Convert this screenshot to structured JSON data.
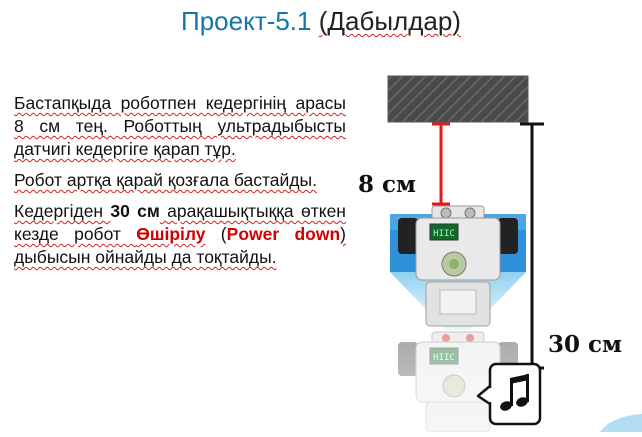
{
  "slide": {
    "title_main": "Проект-5.1",
    "title_sub": "(Дабылдар)"
  },
  "body": {
    "p1": "Бастапқыда роботпен кедергінің арасы 8 см тең. Роботтың ультрадыбысты датчигі кедергіге қарап тұр.",
    "p2": "Робот артқа қарай қозғала бастайды.",
    "p3": {
      "part1": "Кедергіден ",
      "distance": "30 см",
      "part2": " арақашықтыққа өткен кезде робот ",
      "sound_kz": "Өшірілу",
      "part3": " (",
      "sound_en": "Power down",
      "part4": ") дыбысын ойнайды да тоқтайды."
    }
  },
  "diagram": {
    "distance_short": "8 см",
    "distance_long": "30 см",
    "robot_screen_text": "HIIC",
    "music_icon": "music-note-icon",
    "colors": {
      "obstacle": "#4a4a4a",
      "short_line": "#e21a1a",
      "long_line": "#111111",
      "sensor_cone": "#9ed8f2",
      "robot_body": "#d9d9d9",
      "robot_screen": "#0f6a2a"
    }
  }
}
